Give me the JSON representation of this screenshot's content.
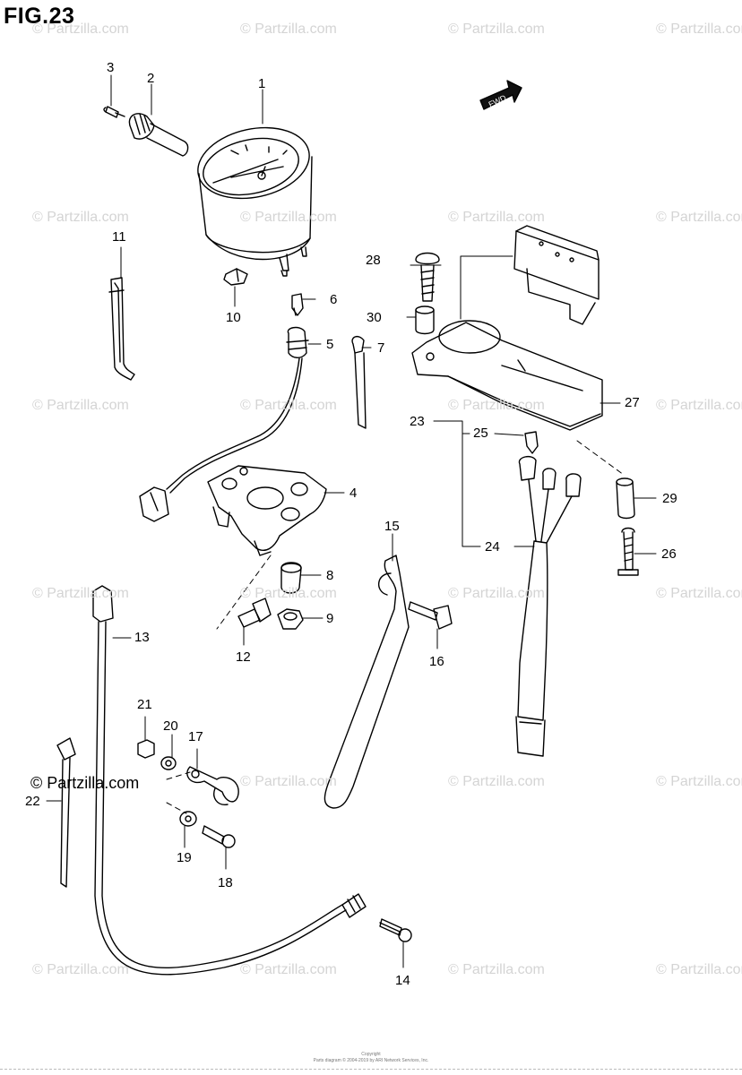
{
  "figure": {
    "title": "FIG.23"
  },
  "fwd_badge": {
    "label": "FWD"
  },
  "watermarks": {
    "text": "© Partzilla.com",
    "prominent": "© Partzilla.com"
  },
  "copyright": {
    "line1": "Copyright",
    "line2": "Parts diagram © 2004-2019 by ARI Network Services, Inc."
  },
  "callouts": [
    {
      "id": "callout-1",
      "label": "1"
    },
    {
      "id": "callout-2",
      "label": "2"
    },
    {
      "id": "callout-3",
      "label": "3"
    },
    {
      "id": "callout-4",
      "label": "4"
    },
    {
      "id": "callout-5",
      "label": "5"
    },
    {
      "id": "callout-6",
      "label": "6"
    },
    {
      "id": "callout-7",
      "label": "7"
    },
    {
      "id": "callout-8",
      "label": "8"
    },
    {
      "id": "callout-9",
      "label": "9"
    },
    {
      "id": "callout-10",
      "label": "10"
    },
    {
      "id": "callout-11",
      "label": "11"
    },
    {
      "id": "callout-12",
      "label": "12"
    },
    {
      "id": "callout-13",
      "label": "13"
    },
    {
      "id": "callout-14",
      "label": "14"
    },
    {
      "id": "callout-15",
      "label": "15"
    },
    {
      "id": "callout-16",
      "label": "16"
    },
    {
      "id": "callout-17",
      "label": "17"
    },
    {
      "id": "callout-18",
      "label": "18"
    },
    {
      "id": "callout-19",
      "label": "19"
    },
    {
      "id": "callout-20",
      "label": "20"
    },
    {
      "id": "callout-21",
      "label": "21"
    },
    {
      "id": "callout-22",
      "label": "22"
    },
    {
      "id": "callout-23",
      "label": "23"
    },
    {
      "id": "callout-24",
      "label": "24"
    },
    {
      "id": "callout-25",
      "label": "25"
    },
    {
      "id": "callout-26",
      "label": "26"
    },
    {
      "id": "callout-27",
      "label": "27"
    },
    {
      "id": "callout-28",
      "label": "28"
    },
    {
      "id": "callout-29",
      "label": "29"
    },
    {
      "id": "callout-30",
      "label": "30"
    }
  ],
  "parts": [
    {
      "name": "speedometer-gauge",
      "callout": "1"
    },
    {
      "name": "cable-nut",
      "callout": "2"
    },
    {
      "name": "screw-3",
      "callout": "3"
    },
    {
      "name": "meter-bracket",
      "callout": "4"
    },
    {
      "name": "lamp-socket-harness",
      "callout": "5"
    },
    {
      "name": "bulb-6",
      "callout": "6"
    },
    {
      "name": "cable-tie-7",
      "callout": "7"
    },
    {
      "name": "grommet-8",
      "callout": "8"
    },
    {
      "name": "nut-9",
      "callout": "9"
    },
    {
      "name": "cushion-10",
      "callout": "10"
    },
    {
      "name": "clamp-strap-11",
      "callout": "11"
    },
    {
      "name": "bolt-12",
      "callout": "12"
    },
    {
      "name": "speedometer-cable",
      "callout": "13"
    },
    {
      "name": "screw-14",
      "callout": "14"
    },
    {
      "name": "cable-guide-15",
      "callout": "15"
    },
    {
      "name": "bolt-16",
      "callout": "16"
    },
    {
      "name": "cable-guide-17",
      "callout": "17"
    },
    {
      "name": "screw-18",
      "callout": "18"
    },
    {
      "name": "washer-19",
      "callout": "19"
    },
    {
      "name": "washer-20",
      "callout": "20"
    },
    {
      "name": "nut-21",
      "callout": "21"
    },
    {
      "name": "cable-tie-22",
      "callout": "22"
    },
    {
      "name": "indicator-light-assembly",
      "callout": "23"
    },
    {
      "name": "socket-harness-24",
      "callout": "24"
    },
    {
      "name": "bulb-25",
      "callout": "25"
    },
    {
      "name": "screw-26",
      "callout": "26"
    },
    {
      "name": "indicator-case",
      "callout": "27"
    },
    {
      "name": "screw-28",
      "callout": "28"
    },
    {
      "name": "spacer-29",
      "callout": "29"
    },
    {
      "name": "spacer-30",
      "callout": "30"
    }
  ]
}
